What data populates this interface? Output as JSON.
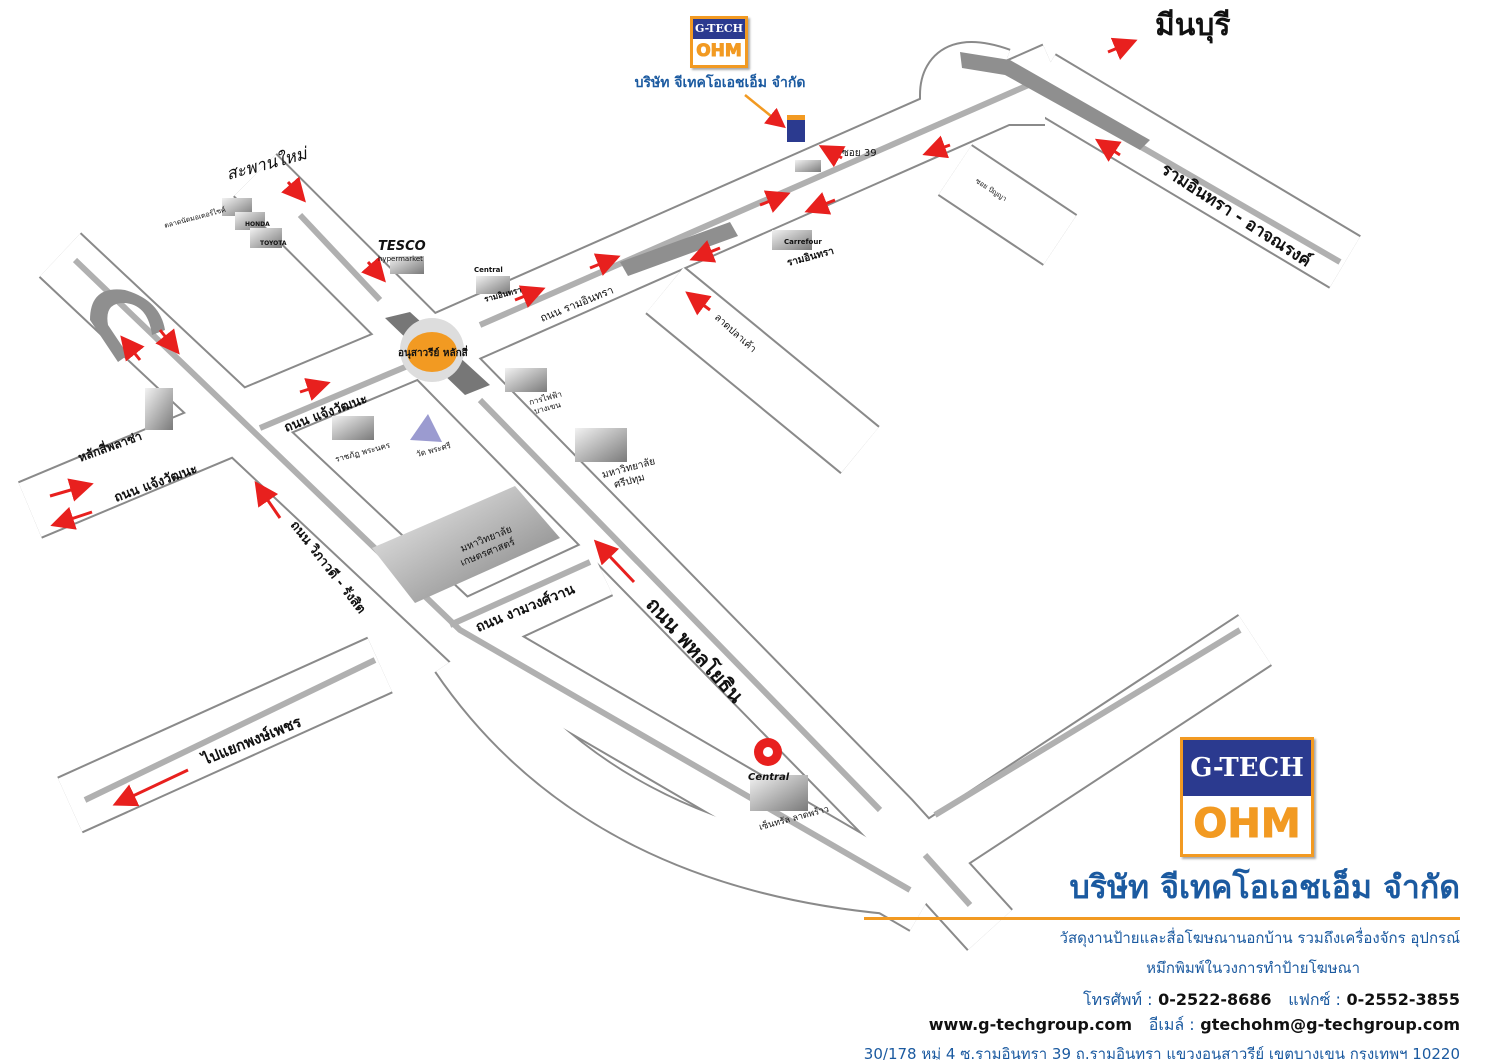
{
  "colors": {
    "accent": "#f29a22",
    "brand_blue": "#2b3a8f",
    "text_blue": "#1b5aa0",
    "arrow": "#e8201e",
    "road_edge": "#8a8a8a"
  },
  "header": {
    "destination": "มีนบุรี"
  },
  "company_logo": {
    "top": "G-TECH",
    "bottom": "OHM",
    "name": "บริษัท จีเทคโอเอชเอ็ม จำกัด"
  },
  "labels": {
    "soi39": "ซอย 39",
    "soi_side": "ซอย ปัญญา",
    "ramintra_arjnarong": "รามอินทรา - อาจณรงค์",
    "saphan_mai": "สะพานใหม่",
    "motor_market": "ตลาดนัดมอเตอร์ไซค์",
    "honda": "HONDA",
    "toyota": "TOYOTA",
    "tesco": "TESCO",
    "hypermarket": "hypermarket",
    "central_small": "Central",
    "central_ramintra": "รามอินทรา",
    "carrefour": "Carrefour",
    "carrefour_ramintra": "รามอินทรา",
    "ramintra_road": "ถนน รามอินทรา",
    "lat_pla_khao": "ลาดปลาเค้า",
    "monument": "อนุสาวรีย์ หลักสี่",
    "egat": "การไฟฟ้า",
    "egat2": "บางเขน",
    "spu": "มหาวิทยาลัย",
    "spu2": "ศรีปทุม",
    "chaengwattana1": "ถนน แจ้งวัฒนะ",
    "chaengwattana2": "ถนน แจ้งวัฒนะ",
    "rajabhat": "ราชภัฏ พระนคร",
    "wat": "วัด พระศรี",
    "laksi_plaza": "หลักสี่พลาซ่า",
    "ku": "มหาวิทยาลัย",
    "ku2": "เกษตรศาสตร์",
    "vibhavadi": "ถนน วิภาวดี - รังสิต",
    "ngamwongwan": "ถนน งามวงศ์วาน",
    "phahonyothin": "ถนน พหลโยธิน",
    "pongphet": "ไปแยกพงษ์เพชร",
    "central_big": "Central",
    "central_ladprao": "เซ็นทรัล ลาดพร้าว"
  },
  "contact": {
    "logo_top": "G-TECH",
    "logo_bottom": "OHM",
    "company": "บริษัท จีเทคโอเอชเอ็ม จำกัด",
    "tagline1": "วัสดุงานป้ายและสื่อโฆษณานอกบ้าน รวมถึงเครื่องจักร อุปกรณ์",
    "tagline2": "หมึกพิมพ์ในวงการทำป้ายโฆษณา",
    "phone_label": "โทรศัพท์ :",
    "phone": "0-2522-8686",
    "fax_label": "แฟกซ์ :",
    "fax": "0-2552-3855",
    "website": "www.g-techgroup.com",
    "email_label": "อีเมล์ :",
    "email": "gtechohm@g-techgroup.com",
    "address": "30/178 หมู่ 4 ซ.รามอินทรา 39 ถ.รามอินทรา แขวงอนุสาวรีย์ เขตบางเขน กรุงเทพฯ 10220"
  }
}
